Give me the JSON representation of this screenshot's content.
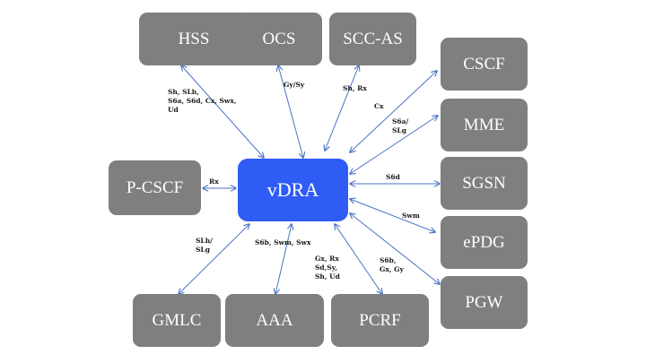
{
  "diagram": {
    "hub": {
      "id": "vdra",
      "label": "vDRA"
    },
    "nodes": [
      {
        "id": "hss",
        "label": "HSS"
      },
      {
        "id": "ocs",
        "label": "OCS"
      },
      {
        "id": "scc-as",
        "label": "SCC-AS"
      },
      {
        "id": "cscf",
        "label": "CSCF"
      },
      {
        "id": "mme",
        "label": "MME"
      },
      {
        "id": "sgsn",
        "label": "SGSN"
      },
      {
        "id": "epdg",
        "label": "ePDG"
      },
      {
        "id": "pgw",
        "label": "PGW"
      },
      {
        "id": "p-cscf",
        "label": "P-CSCF"
      },
      {
        "id": "gmlc",
        "label": "GMLC"
      },
      {
        "id": "aaa",
        "label": "AAA"
      },
      {
        "id": "pcrf",
        "label": "PCRF"
      }
    ],
    "links": [
      {
        "to": "hss",
        "interfaces": "Sh, SLh,\nS6a, S6d, Cx, Swx,\nUd"
      },
      {
        "to": "ocs",
        "interfaces": "Gy/Sy"
      },
      {
        "to": "scc-as",
        "interfaces": "Sh, Rx"
      },
      {
        "to": "cscf",
        "interfaces": "Cx"
      },
      {
        "to": "mme",
        "interfaces": "S6a/\nSLg"
      },
      {
        "to": "sgsn",
        "interfaces": "S6d"
      },
      {
        "to": "epdg",
        "interfaces": "Swm"
      },
      {
        "to": "pgw",
        "interfaces": "S6b,\nGx, Gy"
      },
      {
        "to": "p-cscf",
        "interfaces": "Rx"
      },
      {
        "to": "gmlc",
        "interfaces": "SLh/\nSLg"
      },
      {
        "to": "aaa",
        "interfaces": "S6b, Swm, Swx"
      },
      {
        "to": "pcrf",
        "interfaces": "Gx, Rx\nSd,Sy,\nSh, Ud"
      }
    ],
    "colors": {
      "hub": "#2f5cf5",
      "node": "#7f7f7f",
      "link": "#4a72c4",
      "node_text": "#ffffff"
    }
  }
}
